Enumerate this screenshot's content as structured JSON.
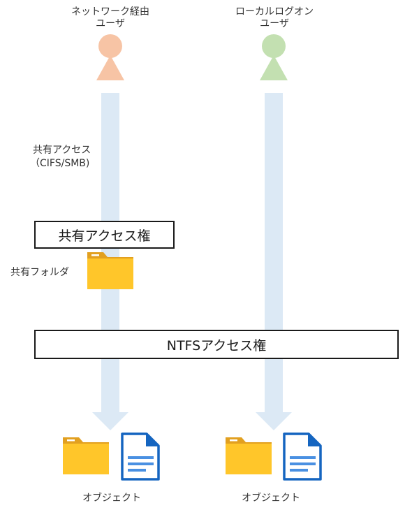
{
  "users": [
    {
      "label_line1": "ネットワーク経由",
      "label_line2": "ユーザ",
      "color": "#f7c4a5"
    },
    {
      "label_line1": "ローカルログオン",
      "label_line2": "ユーザ",
      "color": "#c3e0b1"
    }
  ],
  "arrow_color": "#dce9f5",
  "share_access_label_line1": "共有アクセス",
  "share_access_label_line2": "（CIFS/SMB)",
  "share_permission_label": "共有アクセス権",
  "shared_folder_label": "共有フォルダ",
  "ntfs_permission_label": "NTFSアクセス権",
  "objects": [
    {
      "label": "オブジェクト"
    },
    {
      "label": "オブジェクト"
    }
  ],
  "colors": {
    "folder_body": "#ffc62a",
    "folder_tab": "#e2a020",
    "document_blue": "#1565c0",
    "document_lines": "#4a90e2"
  }
}
